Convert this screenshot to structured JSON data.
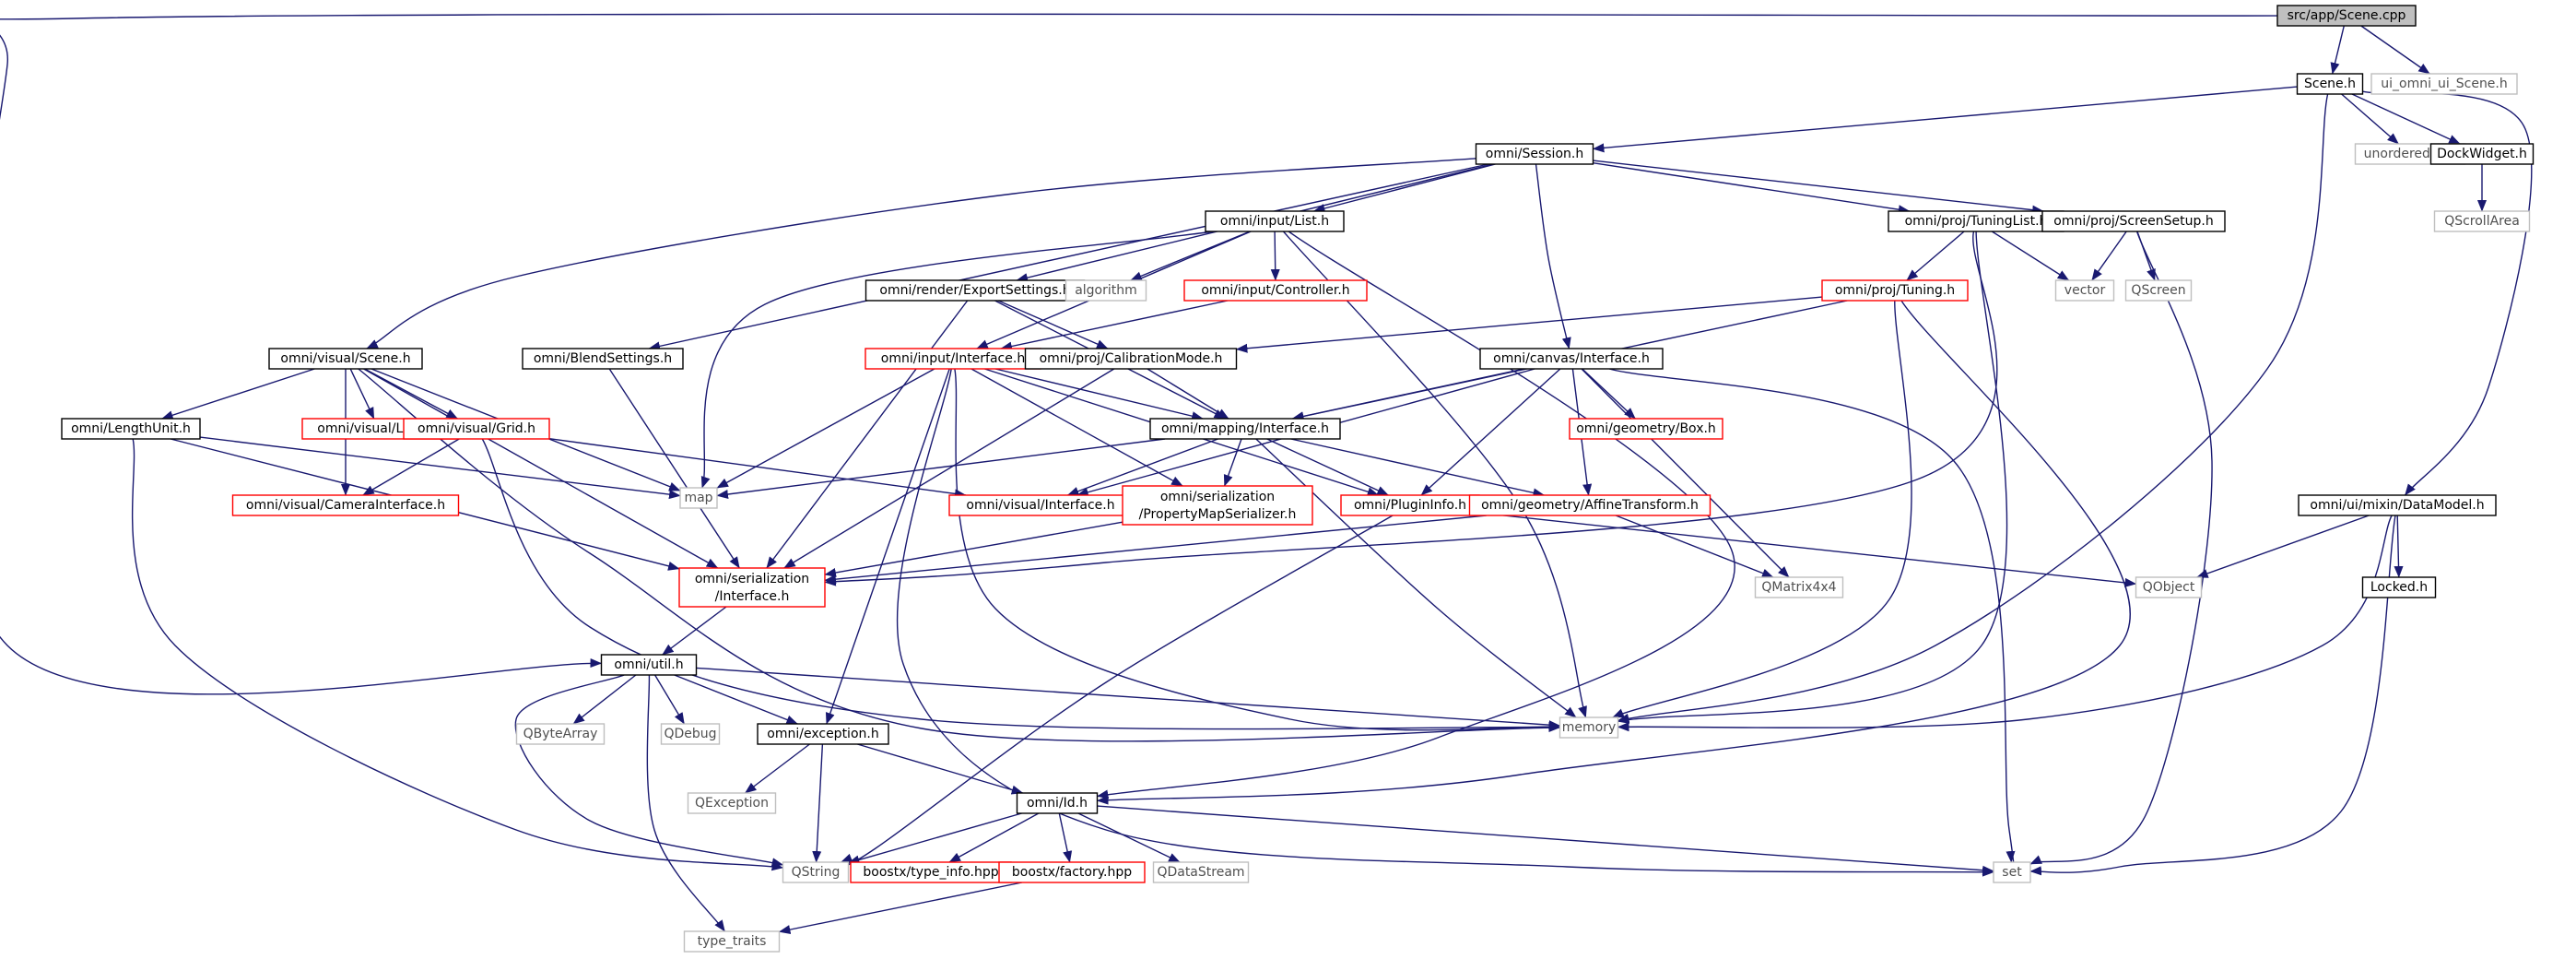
{
  "diagram": {
    "title": "",
    "colors": {
      "edge": "#191970",
      "project_border": "#000000",
      "truncated_border": "#ff0000",
      "system_border": "#bfbfbf",
      "root_fill": "#bfbfbf",
      "system_text": "#505050"
    },
    "nodes": [
      {
        "id": "root",
        "label": "src/app/Scene.cpp",
        "kind": "root"
      },
      {
        "id": "sceneh",
        "label": "Scene.h",
        "kind": "project"
      },
      {
        "id": "uiomni",
        "label": "ui_omni_ui_Scene.h",
        "kind": "system"
      },
      {
        "id": "session",
        "label": "omni/Session.h",
        "kind": "project"
      },
      {
        "id": "unordered",
        "label": "unordered_set",
        "kind": "system"
      },
      {
        "id": "dockw",
        "label": "DockWidget.h",
        "kind": "project"
      },
      {
        "id": "qscroll",
        "label": "QScrollArea",
        "kind": "system"
      },
      {
        "id": "inputlist",
        "label": "omni/input/List.h",
        "kind": "project"
      },
      {
        "id": "tuninglist",
        "label": "omni/proj/TuningList.h",
        "kind": "project"
      },
      {
        "id": "screensetup",
        "label": "omni/proj/ScreenSetup.h",
        "kind": "project"
      },
      {
        "id": "exportset",
        "label": "omni/render/ExportSettings.h",
        "kind": "project"
      },
      {
        "id": "algorithm",
        "label": "algorithm",
        "kind": "system"
      },
      {
        "id": "controller",
        "label": "omni/input/Controller.h",
        "kind": "truncated"
      },
      {
        "id": "tuning",
        "label": "omni/proj/Tuning.h",
        "kind": "truncated"
      },
      {
        "id": "vector",
        "label": "vector",
        "kind": "system"
      },
      {
        "id": "qscreen",
        "label": "QScreen",
        "kind": "system"
      },
      {
        "id": "visualscene",
        "label": "omni/visual/Scene.h",
        "kind": "project"
      },
      {
        "id": "blend",
        "label": "omni/BlendSettings.h",
        "kind": "project"
      },
      {
        "id": "inputiface",
        "label": "omni/input/Interface.h",
        "kind": "truncated"
      },
      {
        "id": "calib",
        "label": "omni/proj/CalibrationMode.h",
        "kind": "project"
      },
      {
        "id": "canvasiface",
        "label": "omni/canvas/Interface.h",
        "kind": "project"
      },
      {
        "id": "lengthunit",
        "label": "omni/LengthUnit.h",
        "kind": "project"
      },
      {
        "id": "light",
        "label": "omni/visual/Light.h",
        "kind": "truncated"
      },
      {
        "id": "grid",
        "label": "omni/visual/Grid.h",
        "kind": "truncated"
      },
      {
        "id": "mappingiface",
        "label": "omni/mapping/Interface.h",
        "kind": "project"
      },
      {
        "id": "box",
        "label": "omni/geometry/Box.h",
        "kind": "truncated"
      },
      {
        "id": "map",
        "label": "map",
        "kind": "system"
      },
      {
        "id": "visualiface",
        "label": "omni/visual/Interface.h",
        "kind": "truncated"
      },
      {
        "id": "propmap",
        "label": [
          "omni/serialization",
          "/PropertyMapSerializer.h"
        ],
        "kind": "truncated"
      },
      {
        "id": "plugininfo",
        "label": "omni/PluginInfo.h",
        "kind": "truncated"
      },
      {
        "id": "affine",
        "label": "omni/geometry/AffineTransform.h",
        "kind": "truncated"
      },
      {
        "id": "camiface",
        "label": "omni/visual/CameraInterface.h",
        "kind": "truncated"
      },
      {
        "id": "datamodel",
        "label": "omni/ui/mixin/DataModel.h",
        "kind": "project"
      },
      {
        "id": "qobject",
        "label": "QObject",
        "kind": "system"
      },
      {
        "id": "locked",
        "label": "Locked.h",
        "kind": "project"
      },
      {
        "id": "seriface",
        "label": [
          "omni/serialization",
          "/Interface.h"
        ],
        "kind": "truncated"
      },
      {
        "id": "qmatrix",
        "label": "QMatrix4x4",
        "kind": "system"
      },
      {
        "id": "util",
        "label": "omni/util.h",
        "kind": "project"
      },
      {
        "id": "qbytearray",
        "label": "QByteArray",
        "kind": "system"
      },
      {
        "id": "qdebug",
        "label": "QDebug",
        "kind": "system"
      },
      {
        "id": "exception",
        "label": "omni/exception.h",
        "kind": "project"
      },
      {
        "id": "memory",
        "label": "memory",
        "kind": "system"
      },
      {
        "id": "qexception",
        "label": "QException",
        "kind": "system"
      },
      {
        "id": "idh",
        "label": "omni/Id.h",
        "kind": "project"
      },
      {
        "id": "qstring",
        "label": "QString",
        "kind": "system"
      },
      {
        "id": "typeinfo",
        "label": "boostx/type_info.hpp",
        "kind": "truncated"
      },
      {
        "id": "factory",
        "label": "boostx/factory.hpp",
        "kind": "truncated"
      },
      {
        "id": "qdatastream",
        "label": "QDataStream",
        "kind": "system"
      },
      {
        "id": "set",
        "label": "set",
        "kind": "system"
      },
      {
        "id": "typetraits",
        "label": "type_traits",
        "kind": "system"
      }
    ],
    "edges": [
      [
        "root",
        "sceneh"
      ],
      [
        "root",
        "uiomni"
      ],
      [
        "root",
        "util"
      ],
      [
        "sceneh",
        "session"
      ],
      [
        "sceneh",
        "unordered"
      ],
      [
        "sceneh",
        "dockw"
      ],
      [
        "sceneh",
        "datamodel"
      ],
      [
        "sceneh",
        "memory"
      ],
      [
        "dockw",
        "qscroll"
      ],
      [
        "session",
        "inputlist"
      ],
      [
        "session",
        "tuninglist"
      ],
      [
        "session",
        "screensetup"
      ],
      [
        "session",
        "exportset"
      ],
      [
        "session",
        "visualscene"
      ],
      [
        "session",
        "blend"
      ],
      [
        "session",
        "canvasiface"
      ],
      [
        "inputlist",
        "algorithm"
      ],
      [
        "inputlist",
        "controller"
      ],
      [
        "inputlist",
        "inputiface"
      ],
      [
        "inputlist",
        "map"
      ],
      [
        "inputlist",
        "memory"
      ],
      [
        "inputlist",
        "idh"
      ],
      [
        "tuninglist",
        "tuning"
      ],
      [
        "tuninglist",
        "vector"
      ],
      [
        "tuninglist",
        "memory"
      ],
      [
        "tuninglist",
        "seriface"
      ],
      [
        "screensetup",
        "vector"
      ],
      [
        "screensetup",
        "qscreen"
      ],
      [
        "screensetup",
        "set"
      ],
      [
        "exportset",
        "calib"
      ],
      [
        "exportset",
        "mappingiface"
      ],
      [
        "exportset",
        "seriface"
      ],
      [
        "controller",
        "inputiface"
      ],
      [
        "tuning",
        "calib"
      ],
      [
        "tuning",
        "mappingiface"
      ],
      [
        "tuning",
        "memory"
      ],
      [
        "tuning",
        "idh"
      ],
      [
        "visualscene",
        "lengthunit"
      ],
      [
        "visualscene",
        "light"
      ],
      [
        "visualscene",
        "grid"
      ],
      [
        "visualscene",
        "camiface"
      ],
      [
        "visualscene",
        "map"
      ],
      [
        "visualscene",
        "seriface"
      ],
      [
        "visualscene",
        "memory"
      ],
      [
        "blend",
        "seriface"
      ],
      [
        "inputiface",
        "mappingiface"
      ],
      [
        "inputiface",
        "map"
      ],
      [
        "inputiface",
        "propmap"
      ],
      [
        "inputiface",
        "plugininfo"
      ],
      [
        "inputiface",
        "exception"
      ],
      [
        "inputiface",
        "memory"
      ],
      [
        "inputiface",
        "set"
      ],
      [
        "calib",
        "mappingiface"
      ],
      [
        "calib",
        "seriface"
      ],
      [
        "canvasiface",
        "mappingiface"
      ],
      [
        "canvasiface",
        "box"
      ],
      [
        "canvasiface",
        "affine"
      ],
      [
        "canvasiface",
        "plugininfo"
      ],
      [
        "canvasiface",
        "visualiface"
      ],
      [
        "canvasiface",
        "qmatrix"
      ],
      [
        "canvasiface",
        "set"
      ],
      [
        "lengthunit",
        "map"
      ],
      [
        "lengthunit",
        "seriface"
      ],
      [
        "lengthunit",
        "qstring"
      ],
      [
        "grid",
        "camiface"
      ],
      [
        "grid",
        "visualiface"
      ],
      [
        "grid",
        "memory"
      ],
      [
        "mappingiface",
        "visualiface"
      ],
      [
        "mappingiface",
        "propmap"
      ],
      [
        "mappingiface",
        "plugininfo"
      ],
      [
        "mappingiface",
        "affine"
      ],
      [
        "mappingiface",
        "map"
      ],
      [
        "mappingiface",
        "memory"
      ],
      [
        "propmap",
        "seriface"
      ],
      [
        "plugininfo",
        "qobject"
      ],
      [
        "plugininfo",
        "qstring"
      ],
      [
        "affine",
        "seriface"
      ],
      [
        "affine",
        "qmatrix"
      ],
      [
        "datamodel",
        "qobject"
      ],
      [
        "datamodel",
        "locked"
      ],
      [
        "datamodel",
        "memory"
      ],
      [
        "datamodel",
        "set"
      ],
      [
        "seriface",
        "util"
      ],
      [
        "util",
        "qbytearray"
      ],
      [
        "util",
        "qdebug"
      ],
      [
        "util",
        "exception"
      ],
      [
        "util",
        "memory"
      ],
      [
        "util",
        "qstring"
      ],
      [
        "util",
        "typetraits"
      ],
      [
        "exception",
        "qexception"
      ],
      [
        "exception",
        "qstring"
      ],
      [
        "exception",
        "idh"
      ],
      [
        "idh",
        "qstring"
      ],
      [
        "idh",
        "typeinfo"
      ],
      [
        "idh",
        "factory"
      ],
      [
        "idh",
        "qdatastream"
      ],
      [
        "idh",
        "set"
      ],
      [
        "factory",
        "typetraits"
      ]
    ]
  }
}
